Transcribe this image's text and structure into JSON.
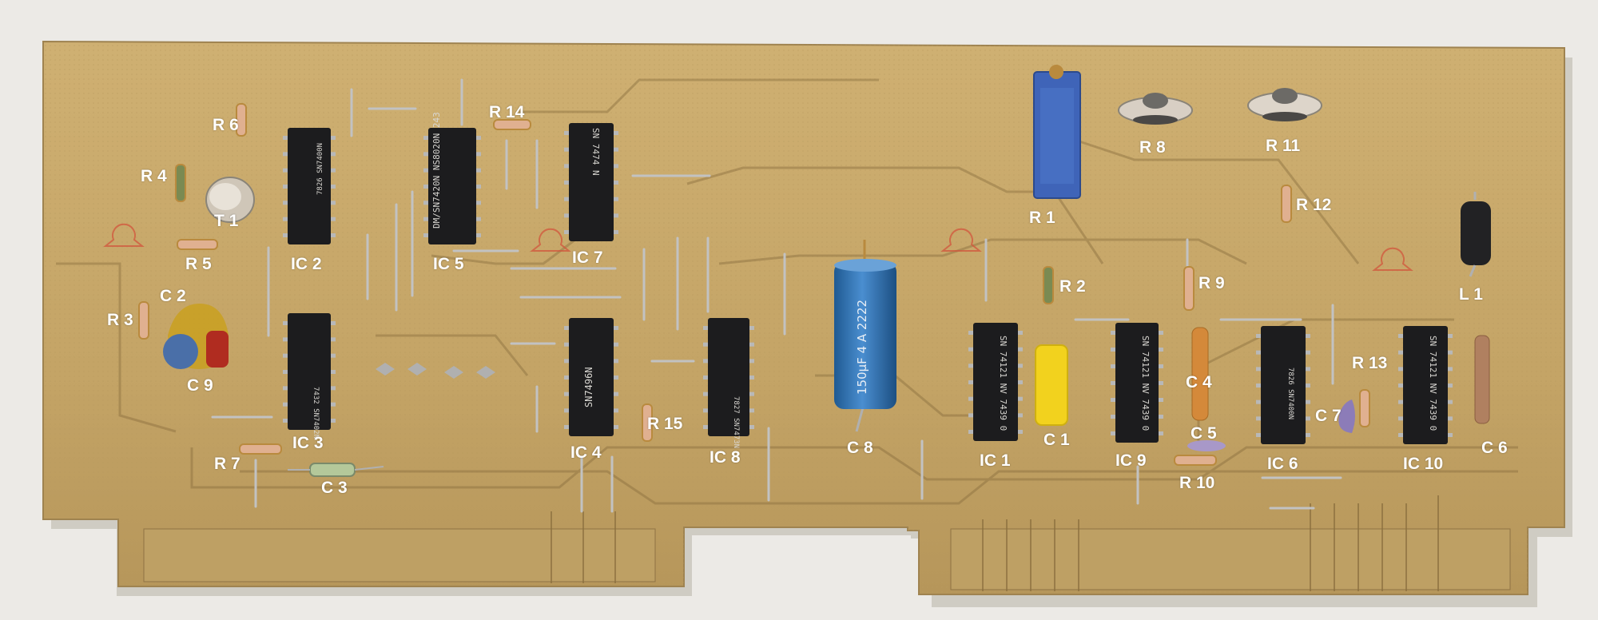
{
  "photo": {
    "subject": "printed circuit board",
    "colors": {
      "background": "#eceae6",
      "board": "#c9a96a",
      "board_dark": "#a98a52",
      "trace": "#8a6e3e",
      "ic": "#1c1c1e",
      "electrolytic": "#2e6fa8",
      "trimmer": "#3f64b8",
      "cap_yellow": "#f2d21e",
      "label": "#ffffff"
    }
  },
  "labels": {
    "r6": "R 6",
    "r4": "R 4",
    "t1": "T 1",
    "r14": "R 14",
    "r5": "R 5",
    "ic2": "IC 2",
    "ic5": "IC 5",
    "ic7": "IC 7",
    "r3": "R 3",
    "c2": "C 2",
    "c9": "C 9",
    "ic3": "IC 3",
    "r7": "R 7",
    "c3": "C 3",
    "ic4": "IC 4",
    "r15": "R 15",
    "ic8": "IC 8",
    "c8": "C 8",
    "r1": "R 1",
    "r2": "R 2",
    "r8": "R 8",
    "r11": "R 11",
    "r12": "R 12",
    "r9": "R 9",
    "ic1": "IC 1",
    "c1": "C 1",
    "ic9": "IC 9",
    "c4": "C 4",
    "c5": "C 5",
    "r10": "R 10",
    "ic6": "IC 6",
    "r13": "R 13",
    "c7": "C 7",
    "ic10": "IC 10",
    "c6": "C 6",
    "l1": "L 1"
  },
  "chip_markings": {
    "ic2": "7826 SN7400N",
    "ic5": "DM/SN7420N NS8020N 243",
    "ic7": "SN 7474 N",
    "ic3": "7432 SN7402N",
    "ic4": "SN7496N",
    "ic8": "7827 SN7473N",
    "ic1": "SN 74121 NV 7439 0",
    "ic9": "SN 74121 NV 7439 0",
    "ic6": "7826 SN7400N",
    "ic10": "SN 74121 NV 7439 0"
  },
  "cap_markings": {
    "c8": "150µF 4 A 2222"
  }
}
